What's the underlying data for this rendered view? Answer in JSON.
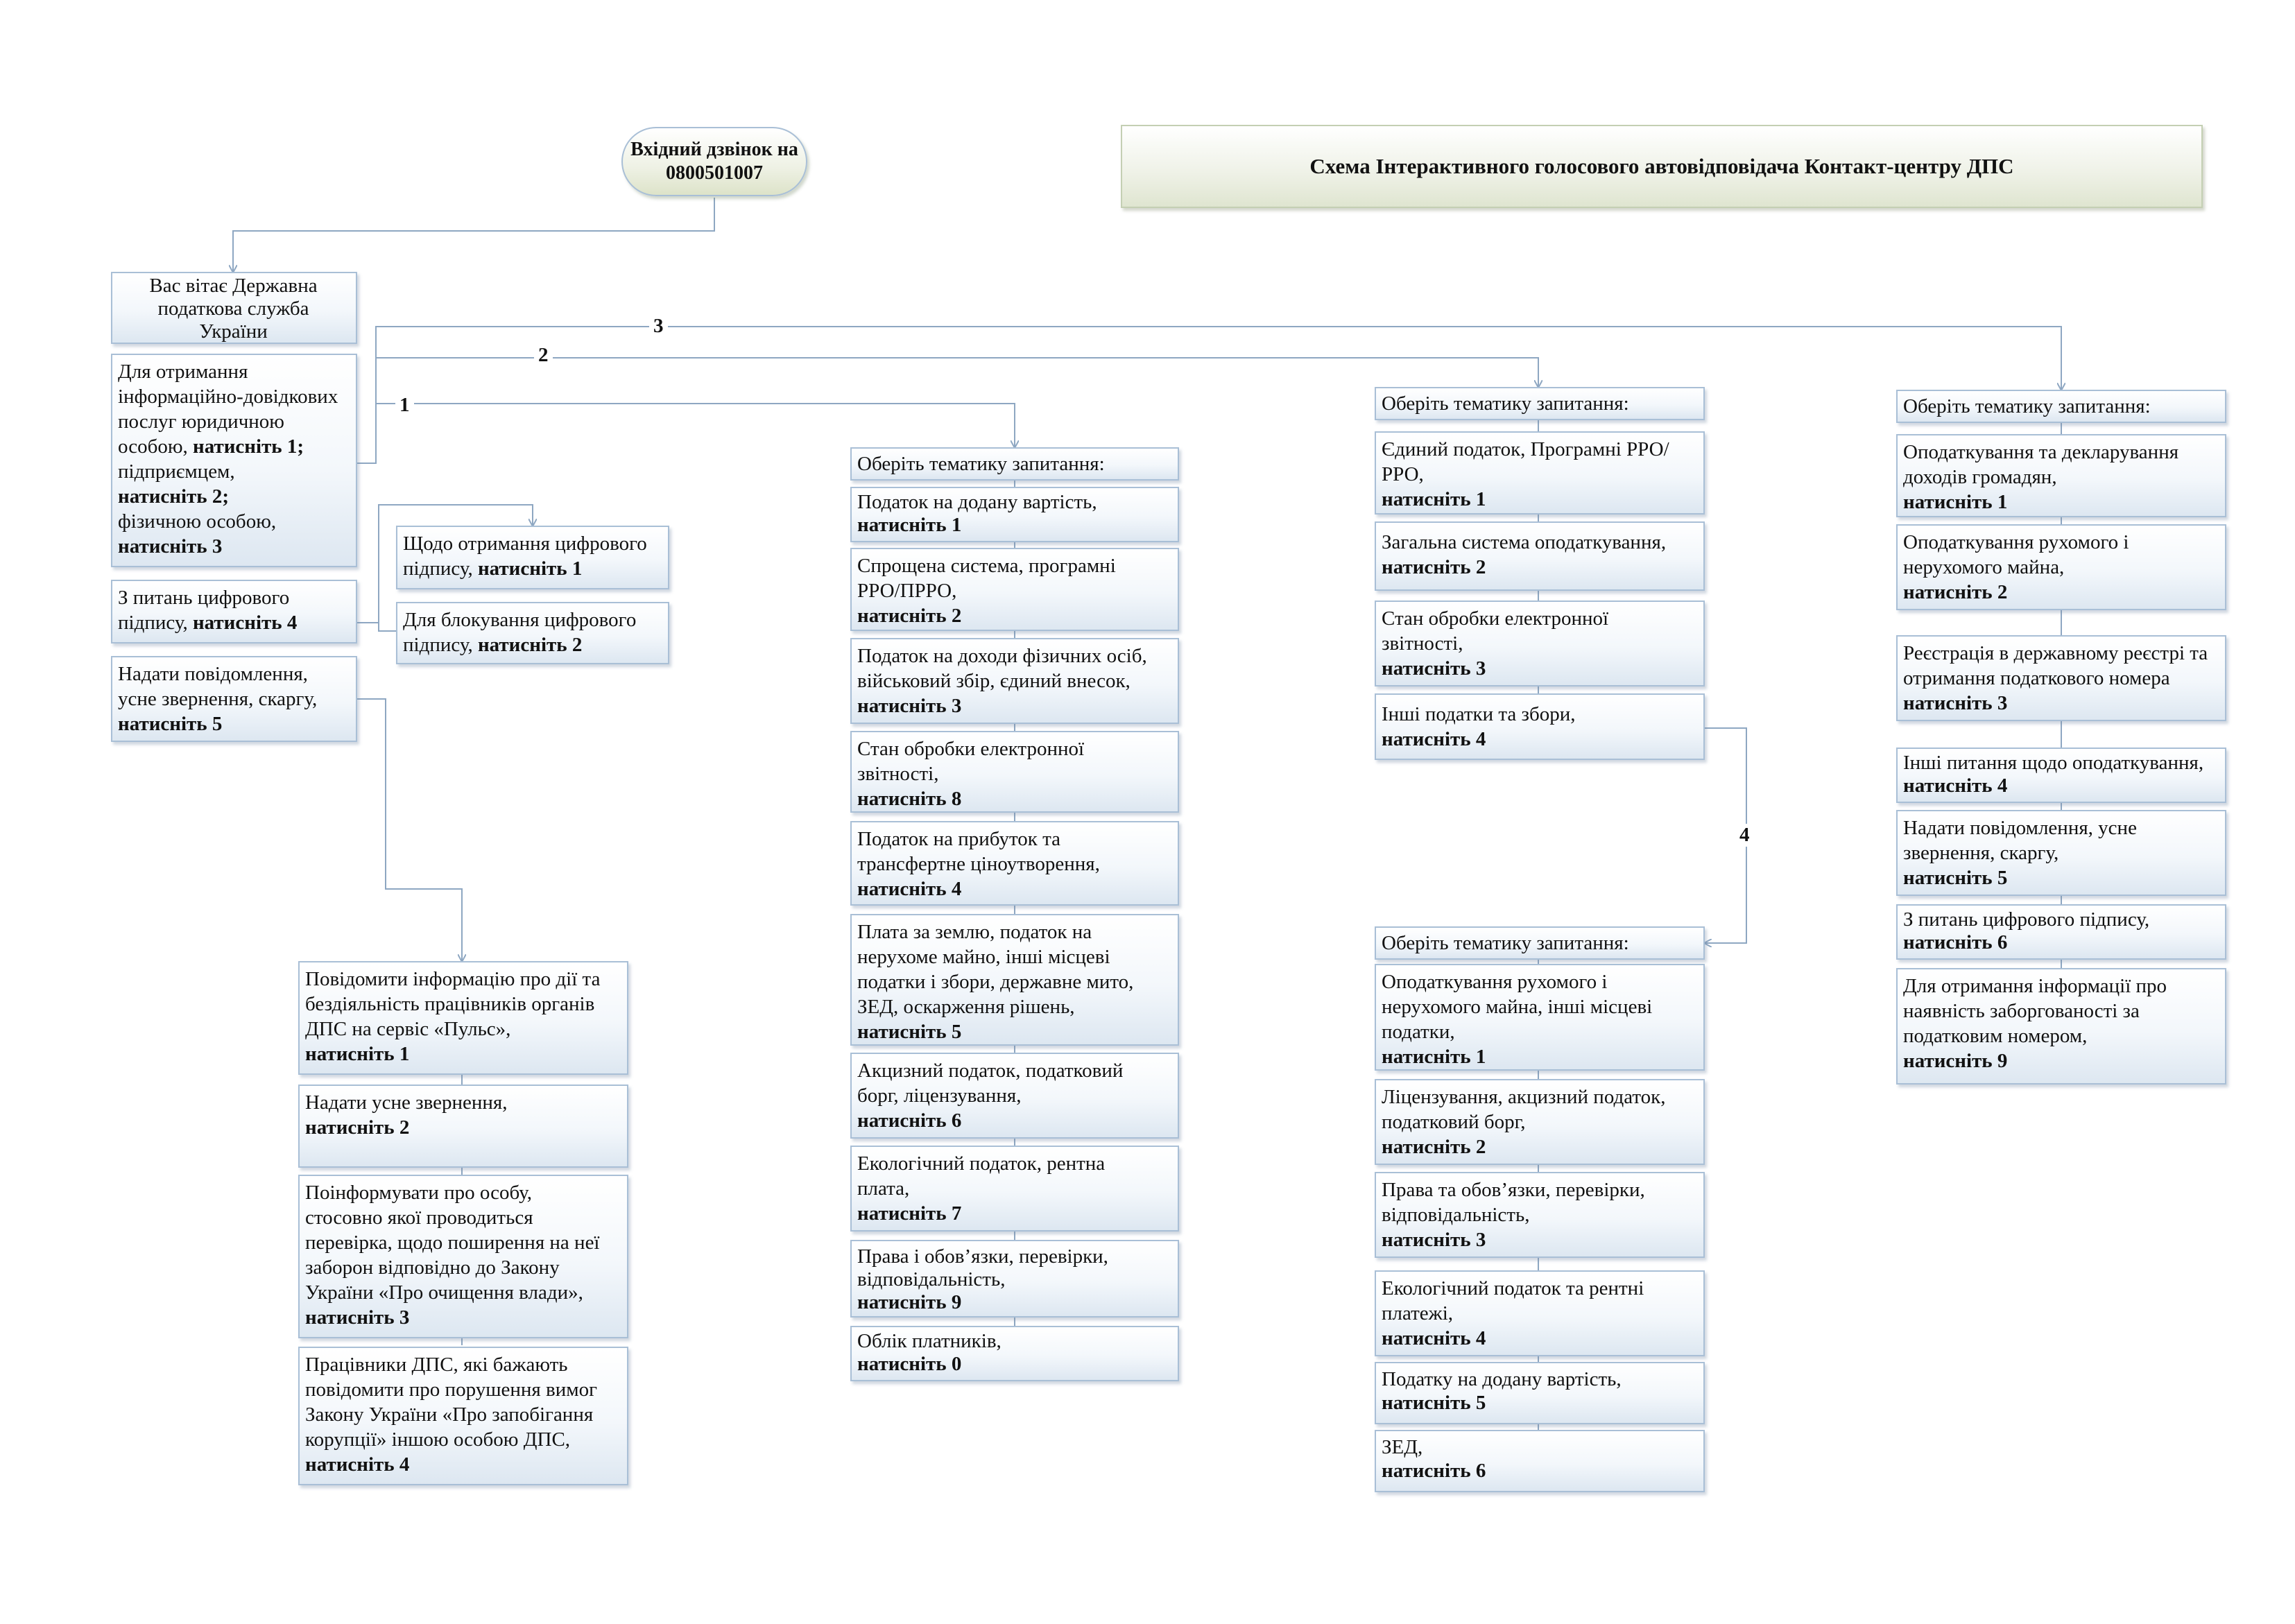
{
  "title": "Схема Інтерактивного голосового автовідповідача Контакт-центру ДПС",
  "start": [
    "Вхідний дзвінок на",
    "0800501007"
  ],
  "greeting": [
    "Вас вітає Державна",
    "податкова служба",
    "України"
  ],
  "main_menu": {
    "m1": [
      "Для отримання",
      "інформаційно-довідкових",
      "послуг юридичною",
      "особою, ",
      "натисніть 1;",
      "підприємцем,",
      "натисніть 2;",
      "фізичною особою,",
      "натисніть 3"
    ],
    "m4": [
      "З питань цифрового",
      "підпису, ",
      "натисніть 4"
    ],
    "m5": [
      "Надати повідомлення,",
      "усне звернення, скаргу,",
      "натисніть 5"
    ]
  },
  "branch_labels": {
    "b1": "1",
    "b2": "2",
    "b3": "3",
    "b4": "4"
  },
  "digital_signature": [
    {
      "text": [
        "Щодо отримання цифрового",
        "підпису, "
      ],
      "key": "натисніть 1"
    },
    {
      "text": [
        "Для блокування цифрового",
        "підпису, "
      ],
      "key": "натисніть 2"
    }
  ],
  "messages": [
    {
      "text": [
        "Повідомити інформацію про дії та",
        "бездіяльність працівників органів",
        "ДПС на сервіс «Пульс»,"
      ],
      "key": "натисніть 1"
    },
    {
      "text": [
        "Надати усне звернення,"
      ],
      "key": "натисніть 2"
    },
    {
      "text": [
        "Поінформувати про особу,",
        "стосовно якої проводиться",
        "перевірка, щодо поширення на неї",
        "заборон відповідно до Закону",
        "України «Про очищення влади»,"
      ],
      "key": "натисніть 3"
    },
    {
      "text": [
        "Працівники ДПС, які бажають",
        "повідомити про порушення вимог",
        "Закону України «Про запобігання",
        "корупції» іншою особою ДПС,"
      ],
      "key": "натисніть 4"
    }
  ],
  "legal": {
    "header": "Оберіть тематику запитання:",
    "items": [
      {
        "text": [
          "Податок на додану вартість,"
        ],
        "key": "натисніть 1"
      },
      {
        "text": [
          "Спрощена система, програмні",
          "РРО/ПРРО,"
        ],
        "key": "натисніть 2"
      },
      {
        "text": [
          "Податок на доходи фізичних осіб,",
          "військовий збір, єдиний внесок,"
        ],
        "key": "натисніть 3"
      },
      {
        "text": [
          "Стан обробки електронної",
          "звітності,"
        ],
        "key": "натисніть 8"
      },
      {
        "text": [
          "Податок на прибуток та",
          "трансфертне ціноутворення,"
        ],
        "key": "натисніть 4"
      },
      {
        "text": [
          "Плата за землю, податок на",
          "нерухоме майно, інші місцеві",
          "податки і збори, державне мито,",
          "ЗЕД, оскарження рішень,"
        ],
        "key": "натисніть 5"
      },
      {
        "text": [
          "Акцизний податок, податковий",
          "борг, ліцензування,"
        ],
        "key": "натисніть 6"
      },
      {
        "text": [
          "Екологічний податок, рентна",
          "плата,"
        ],
        "key": "натисніть 7"
      },
      {
        "text": [
          "Права і обов’язки, перевірки,",
          "відповідальність,"
        ],
        "key": "натисніть 9"
      },
      {
        "text": [
          "Облік платників,"
        ],
        "key": "натисніть 0"
      }
    ]
  },
  "entrepreneur": {
    "header": "Оберіть тематику запитання:",
    "items": [
      {
        "text": [
          "Єдиний податок, Програмні РРО/",
          "РРО,"
        ],
        "key": "натисніть 1"
      },
      {
        "text": [
          "Загальна система оподаткування,"
        ],
        "key": "натисніть 2"
      },
      {
        "text": [
          "Стан обробки електронної",
          "звітності,"
        ],
        "key": "натисніть 3"
      },
      {
        "text": [
          "Інші податки та збори,"
        ],
        "key": "натисніть 4"
      }
    ]
  },
  "other_taxes": {
    "header": "Оберіть тематику запитання:",
    "items": [
      {
        "text": [
          "Оподаткування рухомого і",
          "нерухомого майна, інші місцеві",
          "податки,"
        ],
        "key": "натисніть 1"
      },
      {
        "text": [
          "Ліцензування, акцизний податок,",
          "податковий борг,"
        ],
        "key": "натисніть 2"
      },
      {
        "text": [
          "Права та обов’язки, перевірки,",
          "відповідальність,"
        ],
        "key": "натисніть 3"
      },
      {
        "text": [
          "Екологічний податок та рентні",
          "платежі,"
        ],
        "key": "натисніть 4"
      },
      {
        "text": [
          "Податку на додану вартість,"
        ],
        "key": "натисніть 5"
      },
      {
        "text": [
          "ЗЕД,"
        ],
        "key": "натисніть 6"
      }
    ]
  },
  "individual": {
    "header": "Оберіть тематику запитання:",
    "items": [
      {
        "text": [
          "Оподаткування та декларування",
          "доходів громадян,"
        ],
        "key": "натисніть 1"
      },
      {
        "text": [
          "Оподаткування рухомого і",
          "нерухомого майна,"
        ],
        "key": "натисніть 2"
      },
      {
        "text": [
          "Реєстрація в державному реєстрі та",
          "отримання податкового номера"
        ],
        "key": "натисніть 3"
      },
      {
        "text": [
          "Інші питання щодо оподаткування,"
        ],
        "key": "натисніть 4"
      },
      {
        "text": [
          "Надати повідомлення, усне",
          "звернення, скаргу,"
        ],
        "key": "натисніть 5"
      },
      {
        "text": [
          "З питань цифрового підпису,"
        ],
        "key": "натисніть 6"
      },
      {
        "text": [
          "Для отримання інформації про",
          "наявність заборгованості за",
          "податковим номером,"
        ],
        "key": "натисніть 9"
      }
    ]
  }
}
